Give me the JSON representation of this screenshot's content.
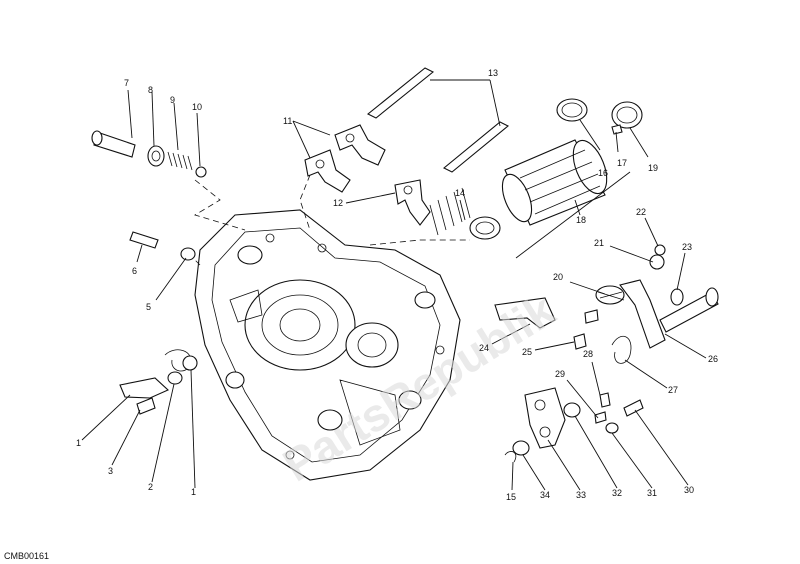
{
  "drawing_code": "CMB00161",
  "watermark_text": "PartsRepublik",
  "callouts": [
    {
      "id": "c7",
      "label": "7"
    },
    {
      "id": "c8",
      "label": "8"
    },
    {
      "id": "c9",
      "label": "9"
    },
    {
      "id": "c10",
      "label": "10"
    },
    {
      "id": "c11",
      "label": "11"
    },
    {
      "id": "c13",
      "label": "13"
    },
    {
      "id": "c12",
      "label": "12"
    },
    {
      "id": "c14",
      "label": "14"
    },
    {
      "id": "c16",
      "label": "16"
    },
    {
      "id": "c17",
      "label": "17"
    },
    {
      "id": "c19",
      "label": "19"
    },
    {
      "id": "c18",
      "label": "18"
    },
    {
      "id": "c22",
      "label": "22"
    },
    {
      "id": "c21",
      "label": "21"
    },
    {
      "id": "c23",
      "label": "23"
    },
    {
      "id": "c20",
      "label": "20"
    },
    {
      "id": "c6",
      "label": "6"
    },
    {
      "id": "c5",
      "label": "5"
    },
    {
      "id": "c24",
      "label": "24"
    },
    {
      "id": "c25",
      "label": "25"
    },
    {
      "id": "c26",
      "label": "26"
    },
    {
      "id": "c28",
      "label": "28"
    },
    {
      "id": "c29",
      "label": "29"
    },
    {
      "id": "c27",
      "label": "27"
    },
    {
      "id": "c1a",
      "label": "1"
    },
    {
      "id": "c3",
      "label": "3"
    },
    {
      "id": "c2",
      "label": "2"
    },
    {
      "id": "c1b",
      "label": "1"
    },
    {
      "id": "c15",
      "label": "15"
    },
    {
      "id": "c34",
      "label": "34"
    },
    {
      "id": "c33",
      "label": "33"
    },
    {
      "id": "c32",
      "label": "32"
    },
    {
      "id": "c31",
      "label": "31"
    },
    {
      "id": "c30",
      "label": "30"
    }
  ]
}
